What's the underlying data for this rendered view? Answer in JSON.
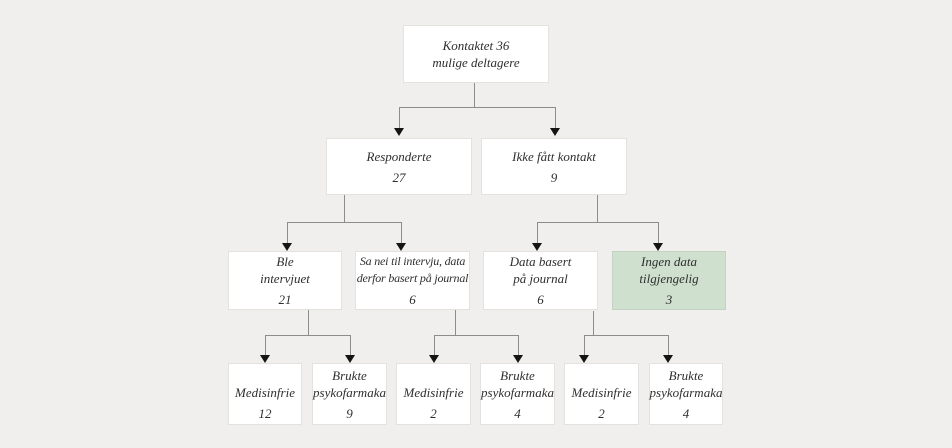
{
  "diagram_title": "Participant flow chart (Norwegian)",
  "colors": {
    "background": "#f0efed",
    "node_fill": "#ffffff",
    "node_border": "#e3e2df",
    "highlight_fill": "#cfe0cf",
    "highlight_border": "#c2d3c2",
    "line": "#8c8c8c",
    "arrow": "#141414",
    "text": "#2e2e2e"
  },
  "nodes": {
    "root": {
      "label": "Kontaktet 36\nmulige deltagere"
    },
    "responderte": {
      "label": "Responderte",
      "count": "27"
    },
    "ikke_fatt_kontakt": {
      "label": "Ikke fått kontakt",
      "count": "9"
    },
    "ble_intervjuet": {
      "label": "Ble\nintervjuet",
      "count": "21"
    },
    "sa_nei": {
      "label": "Sa nei til intervju, data\nderfor basert på journal",
      "count": "6"
    },
    "data_basert": {
      "label": "Data basert\npå journal",
      "count": "6"
    },
    "ingen_data": {
      "label": "Ingen data\ntilgjengelig",
      "count": "3",
      "highlighted": true
    },
    "medisinfrie_1": {
      "label": "Medisinfrie",
      "count": "12"
    },
    "brukte_psykofarmaka_1": {
      "label": "Brukte\npsykofarmaka",
      "count": "9"
    },
    "medisinfrie_2": {
      "label": "Medisinfrie",
      "count": "2"
    },
    "brukte_psykofarmaka_2": {
      "label": "Brukte\npsykofarmaka",
      "count": "4"
    },
    "medisinfrie_3": {
      "label": "Medisinfrie",
      "count": "2"
    },
    "brukte_psykofarmaka_3": {
      "label": "Brukte\npsykofarmaka",
      "count": "4"
    }
  },
  "edges": [
    {
      "from": "root",
      "to": [
        "responderte",
        "ikke_fatt_kontakt"
      ]
    },
    {
      "from": "responderte",
      "to": [
        "ble_intervjuet",
        "sa_nei"
      ]
    },
    {
      "from": "ikke_fatt_kontakt",
      "to": [
        "data_basert",
        "ingen_data"
      ]
    },
    {
      "from": "ble_intervjuet",
      "to": [
        "medisinfrie_1",
        "brukte_psykofarmaka_1"
      ]
    },
    {
      "from": "sa_nei",
      "to": [
        "medisinfrie_2",
        "brukte_psykofarmaka_2"
      ]
    },
    {
      "from": "data_basert",
      "to": [
        "medisinfrie_3",
        "brukte_psykofarmaka_3"
      ]
    }
  ]
}
